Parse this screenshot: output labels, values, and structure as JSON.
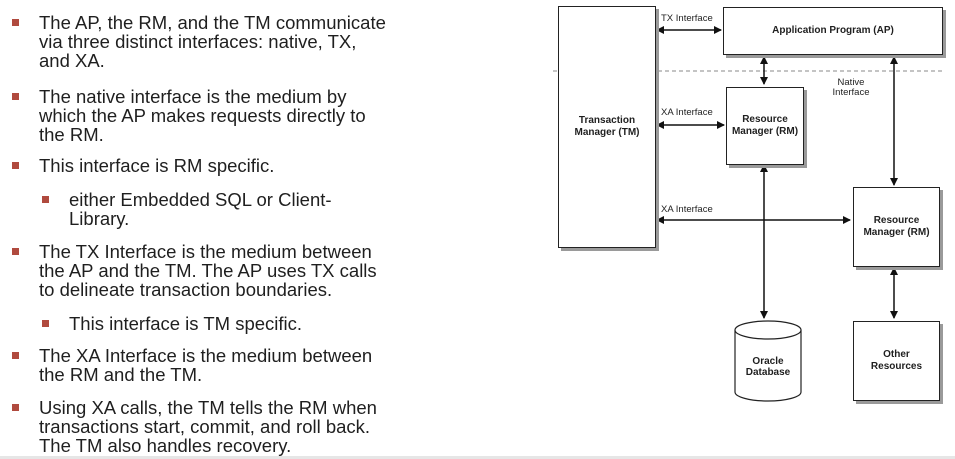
{
  "bullets": [
    {
      "level": 1,
      "lines": [
        "The AP, the RM, and the TM communicate",
        "via three distinct interfaces: native, TX,",
        "and XA."
      ]
    },
    {
      "level": 1,
      "lines": [
        "The native interface is the medium by",
        "which the AP makes requests directly to",
        "the RM."
      ]
    },
    {
      "level": 1,
      "lines": [
        "This interface is RM specific."
      ]
    },
    {
      "level": 2,
      "lines": [
        "either Embedded SQL or Client-",
        "Library."
      ]
    },
    {
      "level": 1,
      "lines": [
        "The TX Interface is the medium between",
        "the AP and the TM. The AP uses TX calls",
        "to delineate transaction boundaries."
      ]
    },
    {
      "level": 2,
      "lines": [
        "This interface is TM specific."
      ]
    },
    {
      "level": 1,
      "lines": [
        "The XA Interface is the medium between",
        "the RM and the TM."
      ]
    },
    {
      "level": 1,
      "lines": [
        "Using XA calls, the TM tells the RM when",
        "transactions start, commit, and roll back.",
        "The TM also handles recovery."
      ]
    }
  ],
  "diagram": {
    "application_program": "Application Program (AP)",
    "transaction_manager": "Transaction\nManager (TM)",
    "resource_manager_1": "Resource\nManager (RM)",
    "resource_manager_2": "Resource\nManager (RM)",
    "oracle_database": "Oracle\nDatabase",
    "other_resources": "Other\nResources",
    "tx_interface": "TX Interface",
    "xa_interface_1": "XA Interface",
    "xa_interface_2": "XA Interface",
    "native_interface": "Native\nInterface"
  },
  "colors": {
    "bullet_mark": "#b04a3e",
    "text": "#1f1f1f",
    "border": "#222222",
    "shadow": "#9a9a9a",
    "dashed_line": "#b0b0b0"
  }
}
